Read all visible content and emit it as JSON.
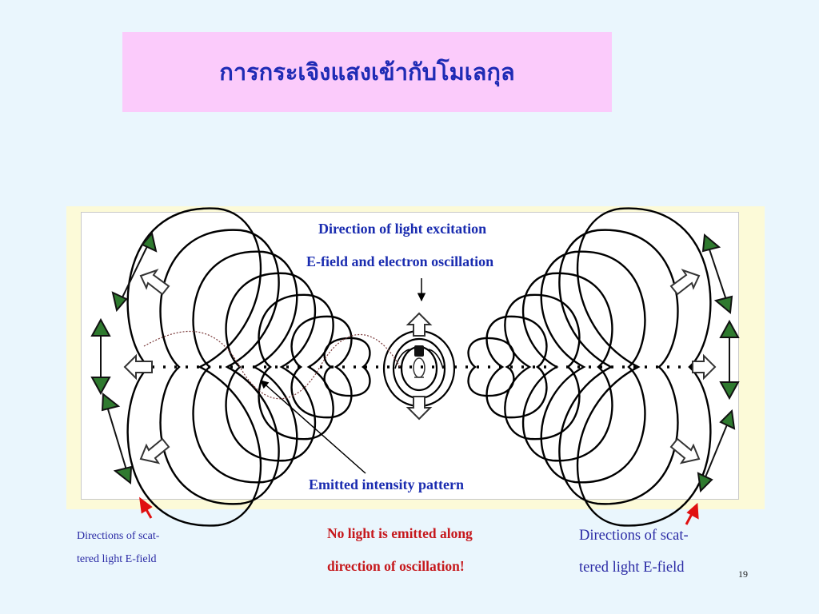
{
  "slide": {
    "title": "การกระเจิงแสงเข้ากับโมเลกุล",
    "page_number": "19"
  },
  "figure": {
    "label_excitation_1": "Direction of light excitation",
    "label_excitation_2": "E-field and electron oscillation",
    "label_pattern": "Emitted intensity pattern"
  },
  "captions": {
    "left_line1": "Directions of scat-",
    "left_line2": "tered light E-field",
    "center_line1": "No light is emitted along",
    "center_line2": "direction of oscillation!",
    "right_line1": "Directions of scat-",
    "right_line2": "tered light E-field"
  },
  "colors": {
    "title_bg": "#fbcbfb",
    "title_text": "#1f2bb5",
    "frame_bg": "#fcfad8",
    "arrowhead_green": "#2f7a2f",
    "warning_red": "#c6191d",
    "pointer_red": "#e01010"
  }
}
